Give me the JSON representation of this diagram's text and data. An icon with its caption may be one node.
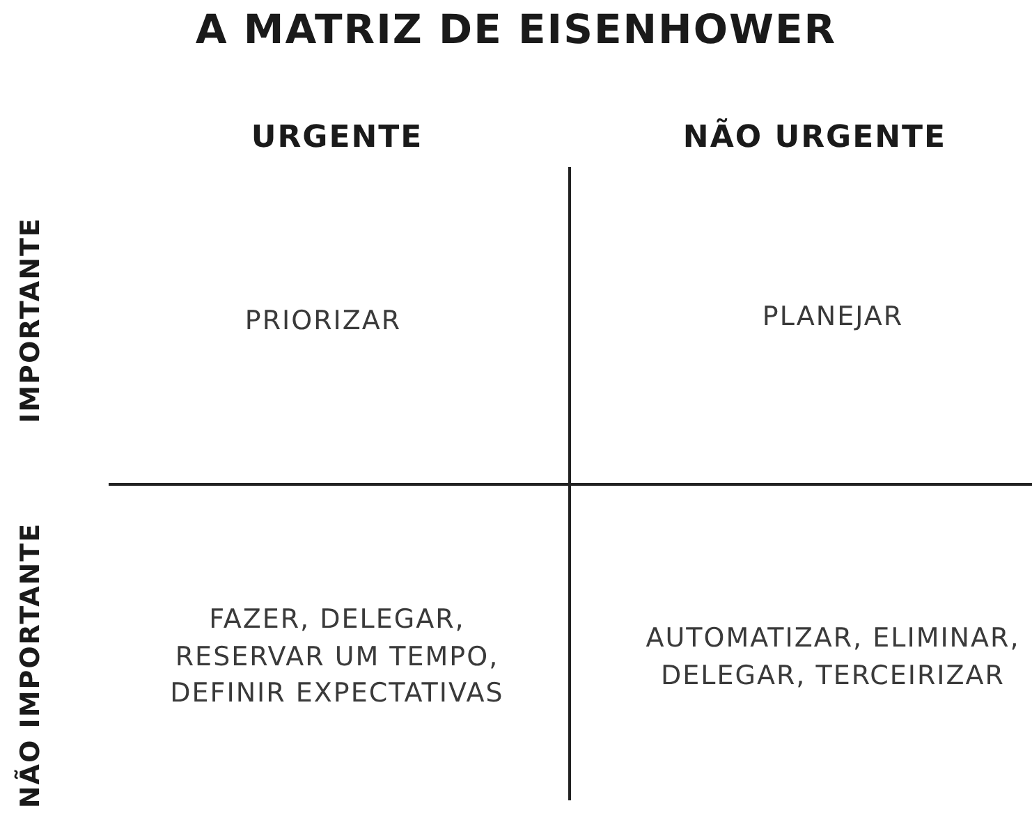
{
  "diagram": {
    "title": "A MATRIZ DE EISENHOWER",
    "labels": [
      "URGENTE",
      "NÃO URGENTE",
      "IMPORTANTE",
      "PRIORIZAR",
      "PLANEJAR",
      "NÃO IMPORTANTE",
      "FAZER, DELEGAR, RESERVAR UM TEMPO, DEFINIR EXPECTATIVAS",
      "AUTOMATIZAR, ELIMINAR, DELEGAR, TERCEIRIZAR"
    ]
  }
}
